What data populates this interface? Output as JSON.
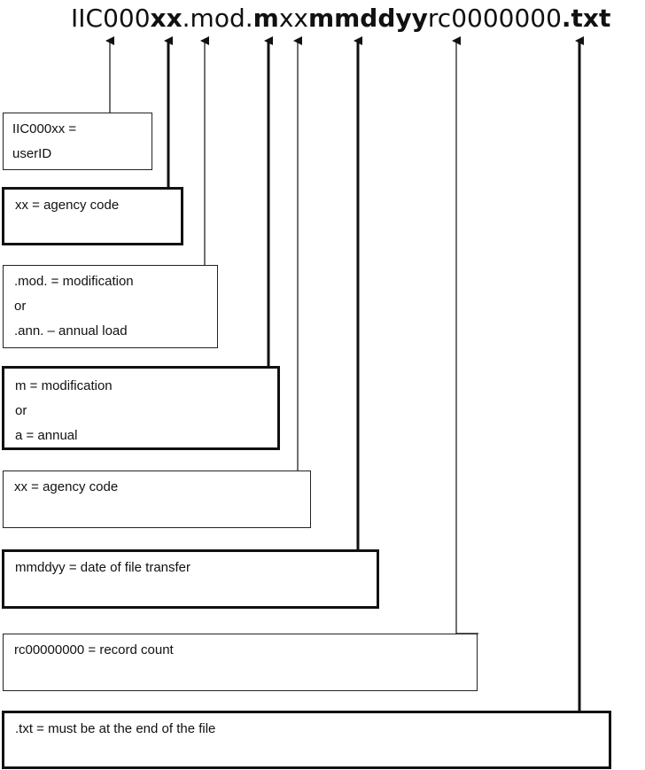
{
  "filename": {
    "segments": [
      {
        "text": "IIC000",
        "bold": false
      },
      {
        "text": "xx",
        "bold": true
      },
      {
        "text": ".mod.",
        "bold": false
      },
      {
        "text": "m",
        "bold": true
      },
      {
        "text": "xx",
        "bold": false
      },
      {
        "text": "mmddyy",
        "bold": true
      },
      {
        "text": "rc0000000",
        "bold": false
      },
      {
        "text": ".txt",
        "bold": true
      }
    ]
  },
  "boxes": [
    {
      "lines": [
        "IIC000xx =",
        "userID"
      ]
    },
    {
      "lines": [
        "xx = agency code"
      ]
    },
    {
      "lines": [
        ".mod. = modification",
        "or",
        ".ann. – annual load"
      ]
    },
    {
      "lines": [
        "m = modification",
        "or",
        "a = annual"
      ]
    },
    {
      "lines": [
        "xx = agency code"
      ]
    },
    {
      "lines": [
        "mmddyy = date of file transfer"
      ]
    },
    {
      "lines": [
        "rc00000000 = record count"
      ]
    },
    {
      "lines": [
        ".txt = must be at the end of the file"
      ]
    }
  ]
}
